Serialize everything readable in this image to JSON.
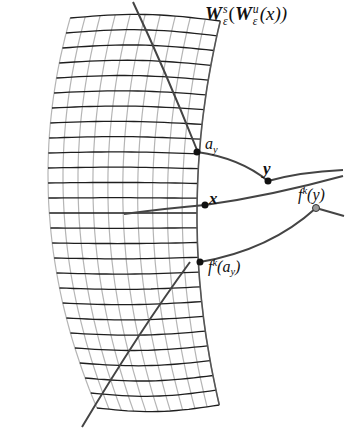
{
  "diagram": {
    "labels": [
      "W",
      "s",
      "ε",
      "(",
      "W",
      "u",
      "ε",
      "(x))",
      "a",
      "y",
      "y",
      "x",
      "f",
      "k",
      "(y)",
      "f",
      "k",
      "(a",
      "y",
      ")"
    ]
  }
}
